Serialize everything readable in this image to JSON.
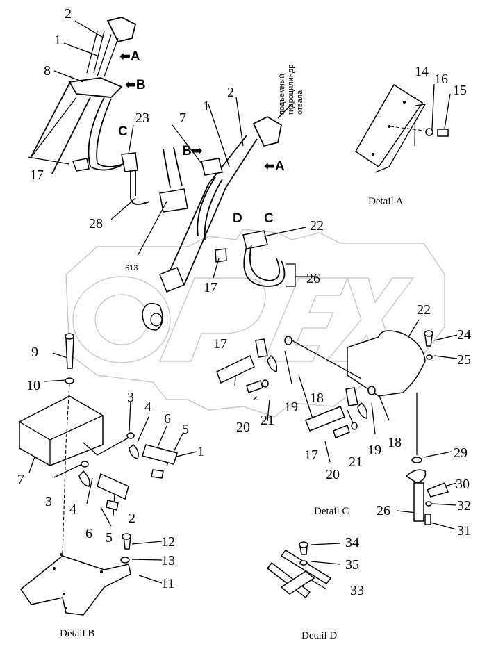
{
  "diagram": {
    "type": "exploded parts diagram",
    "subject": "blade lift cylinder hydraulic piping",
    "watermark": "OPEX",
    "callout_note": {
      "lines": [
        "подъемный",
        "гидроцилиндр",
        "отвала"
      ]
    },
    "reference_label": "613",
    "main_view": {
      "labels": [
        "2",
        "1",
        "8",
        "17",
        "23",
        "28",
        "7",
        "1",
        "2",
        "22",
        "17",
        "26"
      ],
      "view_arrows": [
        "A",
        "B",
        "C",
        "B",
        "A",
        "D",
        "C"
      ]
    },
    "details": [
      {
        "caption": "Detail A",
        "labels": [
          "14",
          "16",
          "15"
        ]
      },
      {
        "caption": "Detail B",
        "labels": [
          "9",
          "10",
          "3",
          "4",
          "6",
          "5",
          "1",
          "7",
          "3",
          "4",
          "2",
          "6",
          "5",
          "12",
          "13",
          "11"
        ]
      },
      {
        "caption": "Detail C",
        "labels": [
          "22",
          "24",
          "25",
          "17",
          "18",
          "19",
          "20",
          "21",
          "18",
          "17",
          "21",
          "19",
          "20",
          "29",
          "30",
          "26",
          "32",
          "31"
        ]
      },
      {
        "caption": "Detail D",
        "labels": [
          "34",
          "35",
          "33"
        ]
      }
    ]
  }
}
